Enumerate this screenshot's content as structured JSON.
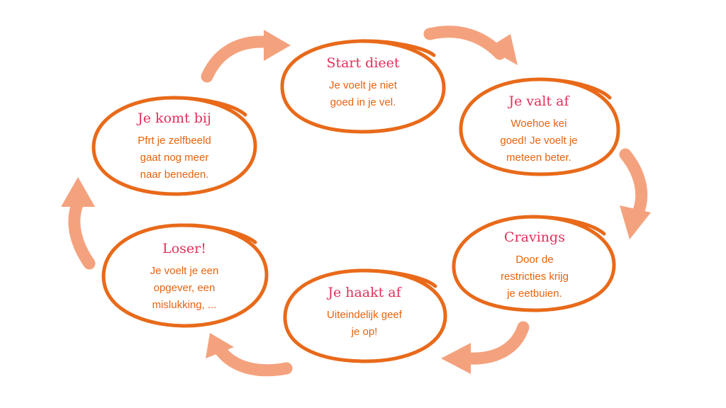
{
  "diagram": {
    "type": "cycle",
    "colors": {
      "ring": "#e86a1a",
      "arrow": "#f4a27e",
      "title": "#e0305a",
      "body": "#e8630d"
    },
    "nodes": [
      {
        "id": "start",
        "title": "Start dieet",
        "lines": [
          "Je voelt je niet",
          "goed in je vel."
        ]
      },
      {
        "id": "valt-af",
        "title": "Je valt af",
        "lines": [
          "Woehoe kei",
          "goed! Je voelt je",
          "meteen beter."
        ]
      },
      {
        "id": "cravings",
        "title": "Cravings",
        "lines": [
          "Door de",
          "restricties krijg",
          "je eetbuien."
        ]
      },
      {
        "id": "haakt-af",
        "title": "Je haakt af",
        "lines": [
          "Uiteindelijk geef",
          "je op!"
        ]
      },
      {
        "id": "loser",
        "title": "Loser!",
        "lines": [
          "Je voelt je een",
          "opgever, een",
          "mislukking, ..."
        ]
      },
      {
        "id": "komt-bij",
        "title": "Je komt bij",
        "lines": [
          "Pfrt je zelfbeeld",
          "gaat nog meer",
          "naar beneden."
        ]
      }
    ],
    "arrow_icon": "curved-arrow-icon"
  }
}
